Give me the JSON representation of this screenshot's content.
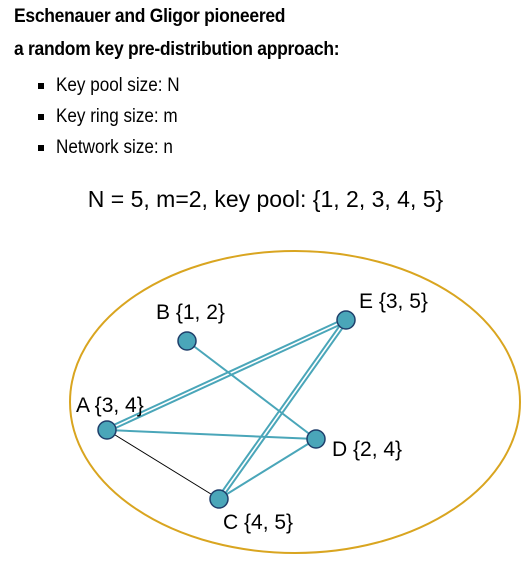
{
  "heading": {
    "line1": "Eschenauer and Gligor pioneered",
    "line2": "a random key pre-distribution approach:"
  },
  "bullets": [
    "Key pool size: N",
    "Key ring size: m",
    "Network size: n"
  ],
  "parameters": "N = 5, m=2, key pool: {1, 2, 3, 4, 5}",
  "colors": {
    "node_fill": "#4aa6b9",
    "node_stroke": "#1f3f6b",
    "link": "#4aa6b9",
    "black_link": "#000000",
    "boundary": "#d9a520"
  },
  "nodes": [
    {
      "id": "A",
      "label": "A {3, 4}"
    },
    {
      "id": "B",
      "label": "B {1, 2}"
    },
    {
      "id": "C",
      "label": "C {4, 5}"
    },
    {
      "id": "D",
      "label": "D {2, 4}"
    },
    {
      "id": "E",
      "label": "E {3, 5}"
    }
  ],
  "links": [
    {
      "from": "A",
      "to": "E",
      "style": "double"
    },
    {
      "from": "A",
      "to": "D",
      "style": "teal"
    },
    {
      "from": "A",
      "to": "C",
      "style": "black"
    },
    {
      "from": "B",
      "to": "D",
      "style": "teal"
    },
    {
      "from": "C",
      "to": "E",
      "style": "double"
    },
    {
      "from": "C",
      "to": "D",
      "style": "teal"
    }
  ]
}
